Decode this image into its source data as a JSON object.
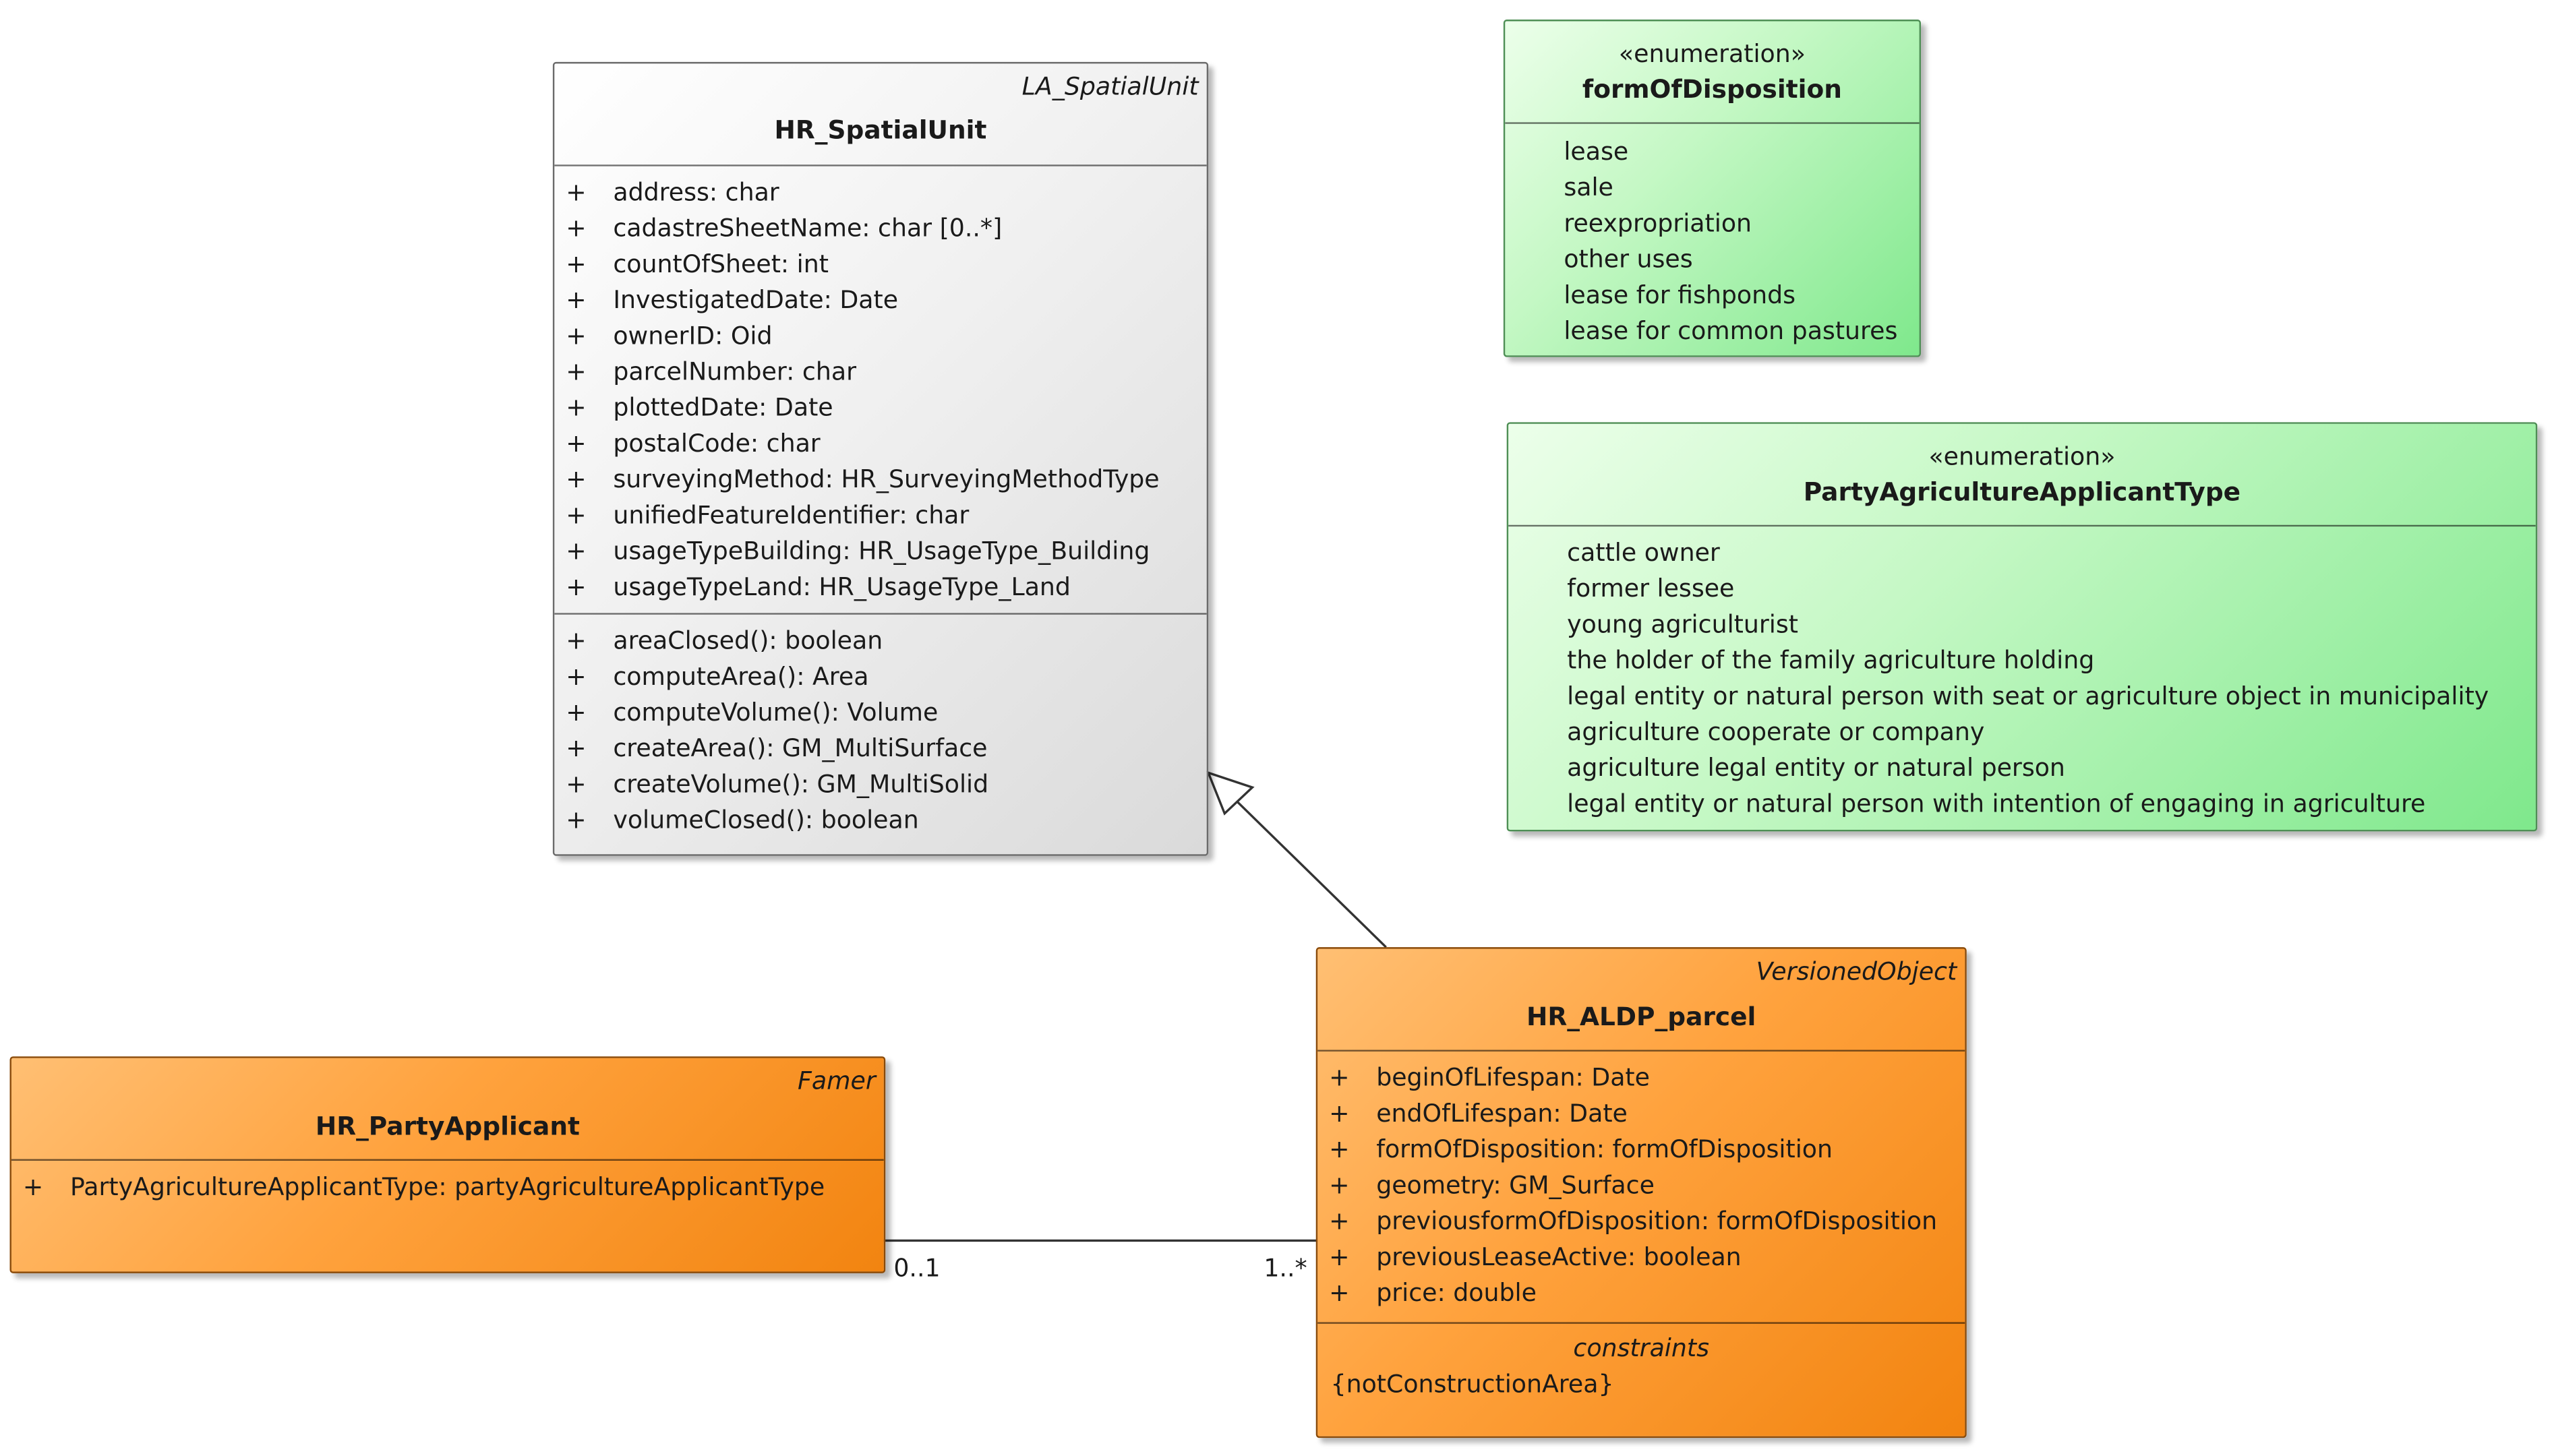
{
  "spatial_unit": {
    "parent": "LA_SpatialUnit",
    "name": "HR_SpatialUnit",
    "attributes": [
      {
        "vis": "+",
        "text": "address: char"
      },
      {
        "vis": "+",
        "text": "cadastreSheetName: char [0..*]"
      },
      {
        "vis": "+",
        "text": "countOfSheet: int"
      },
      {
        "vis": "+",
        "text": "InvestigatedDate: Date"
      },
      {
        "vis": "+",
        "text": "ownerID: Oid"
      },
      {
        "vis": "+",
        "text": "parcelNumber: char"
      },
      {
        "vis": "+",
        "text": "plottedDate: Date"
      },
      {
        "vis": "+",
        "text": "postalCode: char"
      },
      {
        "vis": "+",
        "text": "surveyingMethod: HR_SurveyingMethodType"
      },
      {
        "vis": "+",
        "text": "unifiedFeatureIdentifier: char"
      },
      {
        "vis": "+",
        "text": "usageTypeBuilding: HR_UsageType_Building"
      },
      {
        "vis": "+",
        "text": "usageTypeLand: HR_UsageType_Land"
      }
    ],
    "operations": [
      {
        "vis": "+",
        "text": "areaClosed(): boolean"
      },
      {
        "vis": "+",
        "text": "computeArea(): Area"
      },
      {
        "vis": "+",
        "text": "computeVolume(): Volume"
      },
      {
        "vis": "+",
        "text": "createArea(): GM_MultiSurface"
      },
      {
        "vis": "+",
        "text": "createVolume(): GM_MultiSolid"
      },
      {
        "vis": "+",
        "text": "volumeClosed(): boolean"
      }
    ]
  },
  "form_of_disposition": {
    "stereotype": "«enumeration»",
    "name": "formOfDisposition",
    "literals": [
      "lease",
      "sale",
      "reexpropriation",
      "other uses",
      "lease for fishponds",
      "lease for common pastures"
    ]
  },
  "party_type": {
    "stereotype": "«enumeration»",
    "name": "PartyAgricultureApplicantType",
    "literals": [
      "cattle owner",
      "former lessee",
      "young agriculturist",
      "the holder of the family agriculture holding",
      "legal entity or natural person with seat or agriculture object in municipality",
      "agriculture cooperate or company",
      "agriculture legal entity or natural person",
      "legal entity or natural person with intention of engaging in agriculture"
    ]
  },
  "party_applicant": {
    "parent": "Famer",
    "name": "HR_PartyApplicant",
    "attributes": [
      {
        "vis": "+",
        "text": "PartyAgricultureApplicantType: partyAgricultureApplicantType"
      }
    ]
  },
  "aldp_parcel": {
    "parent": "VersionedObject",
    "name": "HR_ALDP_parcel",
    "attributes": [
      {
        "vis": "+",
        "text": "beginOfLifespan: Date"
      },
      {
        "vis": "+",
        "text": "endOfLifespan: Date"
      },
      {
        "vis": "+",
        "text": "formOfDisposition: formOfDisposition"
      },
      {
        "vis": "+",
        "text": "geometry: GM_Surface"
      },
      {
        "vis": "+",
        "text": "previousformOfDisposition: formOfDisposition"
      },
      {
        "vis": "+",
        "text": "previousLeaseActive: boolean"
      },
      {
        "vis": "+",
        "text": "price: double"
      }
    ],
    "constraints_title": "constraints",
    "constraint": "{notConstructionArea}"
  },
  "association": {
    "source_multiplicity": "0..1",
    "target_multiplicity": "1..*"
  },
  "colors": {
    "gray_class": "#e6e6e6",
    "enumeration_green": "#9ef0a4",
    "class_orange": "#ff9b2e",
    "line": "#333333"
  }
}
